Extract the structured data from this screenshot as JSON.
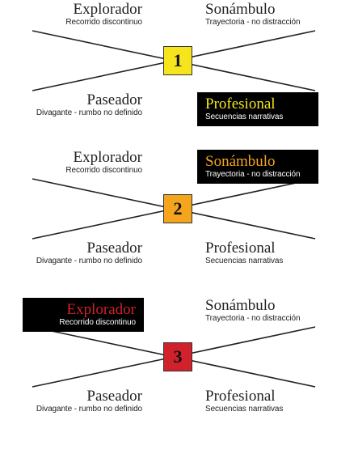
{
  "profiles": {
    "explorador": {
      "name": "Explorador",
      "desc": "Recorrido discontinuo"
    },
    "sonambulo": {
      "name": "Sonámbulo",
      "desc": "Trayectoria - no distracción"
    },
    "paseador": {
      "name": "Paseador",
      "desc": "Divagante - rumbo no definido"
    },
    "profesional": {
      "name": "Profesional",
      "desc": "Secuencias narrativas"
    }
  },
  "diagrams": [
    {
      "number": "1",
      "color": "#f6e51c",
      "highlight": "profesional"
    },
    {
      "number": "2",
      "color": "#f4a51d",
      "highlight": "sonambulo"
    },
    {
      "number": "3",
      "color": "#d1212a",
      "highlight": "explorador"
    }
  ]
}
